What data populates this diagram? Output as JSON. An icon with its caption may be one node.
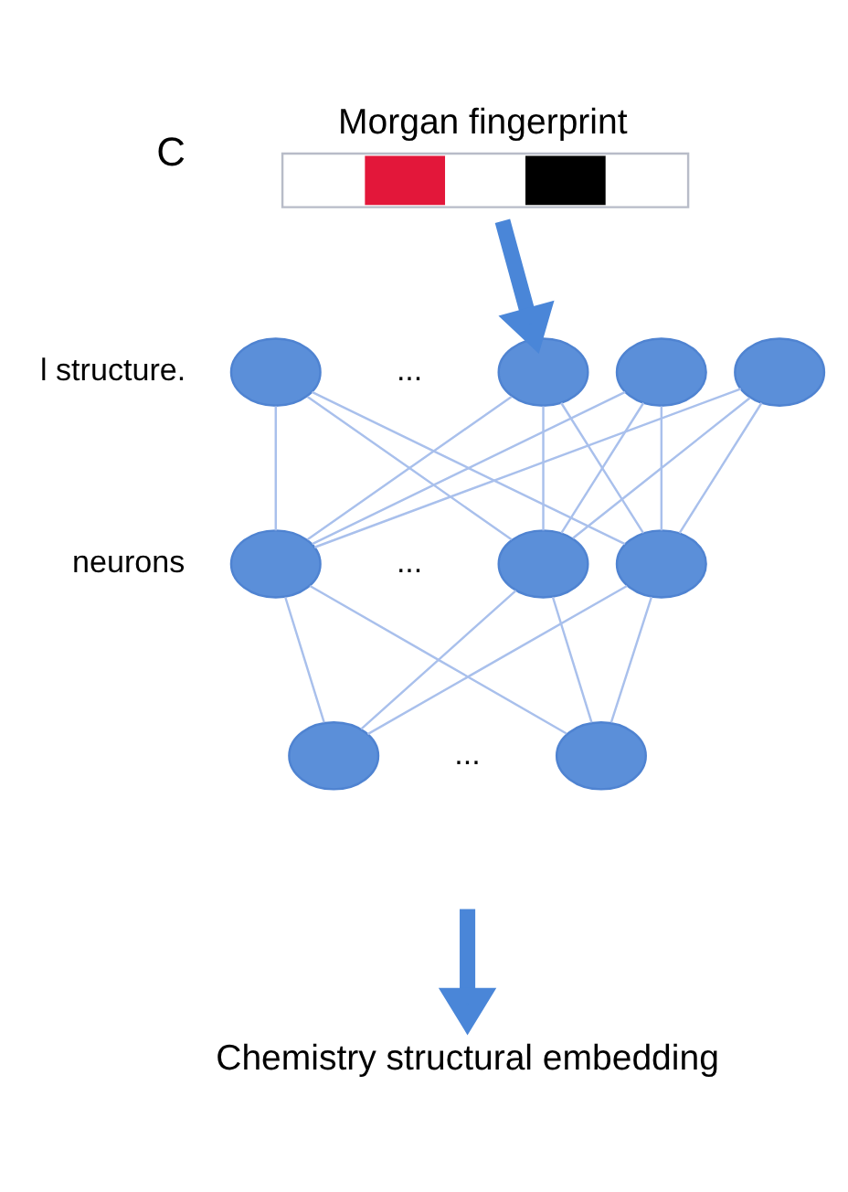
{
  "diagram": {
    "nodes": [
      {
        "text": [
          "Morgan fingerprint"
        ]
      },
      {
        "text": [],
        "shape": "circle"
      },
      {
        "text": [],
        "shape": "circle"
      },
      {
        "text": [],
        "shape": "circle"
      },
      {
        "text": [],
        "shape": "circle"
      },
      {
        "text": [],
        "shape": "circle"
      },
      {
        "text": [],
        "shape": "circle"
      },
      {
        "text": [],
        "shape": "circle"
      },
      {
        "text": [],
        "shape": "circle"
      },
      {
        "text": [],
        "shape": "circle"
      },
      {
        "text": [
          "Chemistry structural embedding"
        ]
      }
    ],
    "edges": [
      {
        "from": 0,
        "to": 2,
        "arrow": "to",
        "style": "thick",
        "color": "#4a86d8"
      },
      {
        "from": 1,
        "to": 5,
        "arrow": "none"
      },
      {
        "from": 1,
        "to": 6,
        "arrow": "none"
      },
      {
        "from": 1,
        "to": 7,
        "arrow": "none"
      },
      {
        "from": 2,
        "to": 5,
        "arrow": "none"
      },
      {
        "from": 2,
        "to": 6,
        "arrow": "none"
      },
      {
        "from": 2,
        "to": 7,
        "arrow": "none"
      },
      {
        "from": 3,
        "to": 5,
        "arrow": "none"
      },
      {
        "from": 3,
        "to": 6,
        "arrow": "none"
      },
      {
        "from": 3,
        "to": 7,
        "arrow": "none"
      },
      {
        "from": 4,
        "to": 5,
        "arrow": "none"
      },
      {
        "from": 4,
        "to": 6,
        "arrow": "none"
      },
      {
        "from": 4,
        "to": 7,
        "arrow": "none"
      },
      {
        "from": 5,
        "to": 8,
        "arrow": "none"
      },
      {
        "from": 5,
        "to": 9,
        "arrow": "none"
      },
      {
        "from": 6,
        "to": 8,
        "arrow": "none"
      },
      {
        "from": 6,
        "to": 9,
        "arrow": "none"
      },
      {
        "from": 7,
        "to": 8,
        "arrow": "none"
      },
      {
        "from": 7,
        "to": 9,
        "arrow": "none"
      },
      {
        "from": null,
        "to": 10,
        "arrow": "to",
        "style": "thick",
        "color": "#4a86d8"
      }
    ],
    "labels": [
      "C",
      "...",
      "l structure.",
      "neurons",
      "...",
      "..."
    ]
  }
}
